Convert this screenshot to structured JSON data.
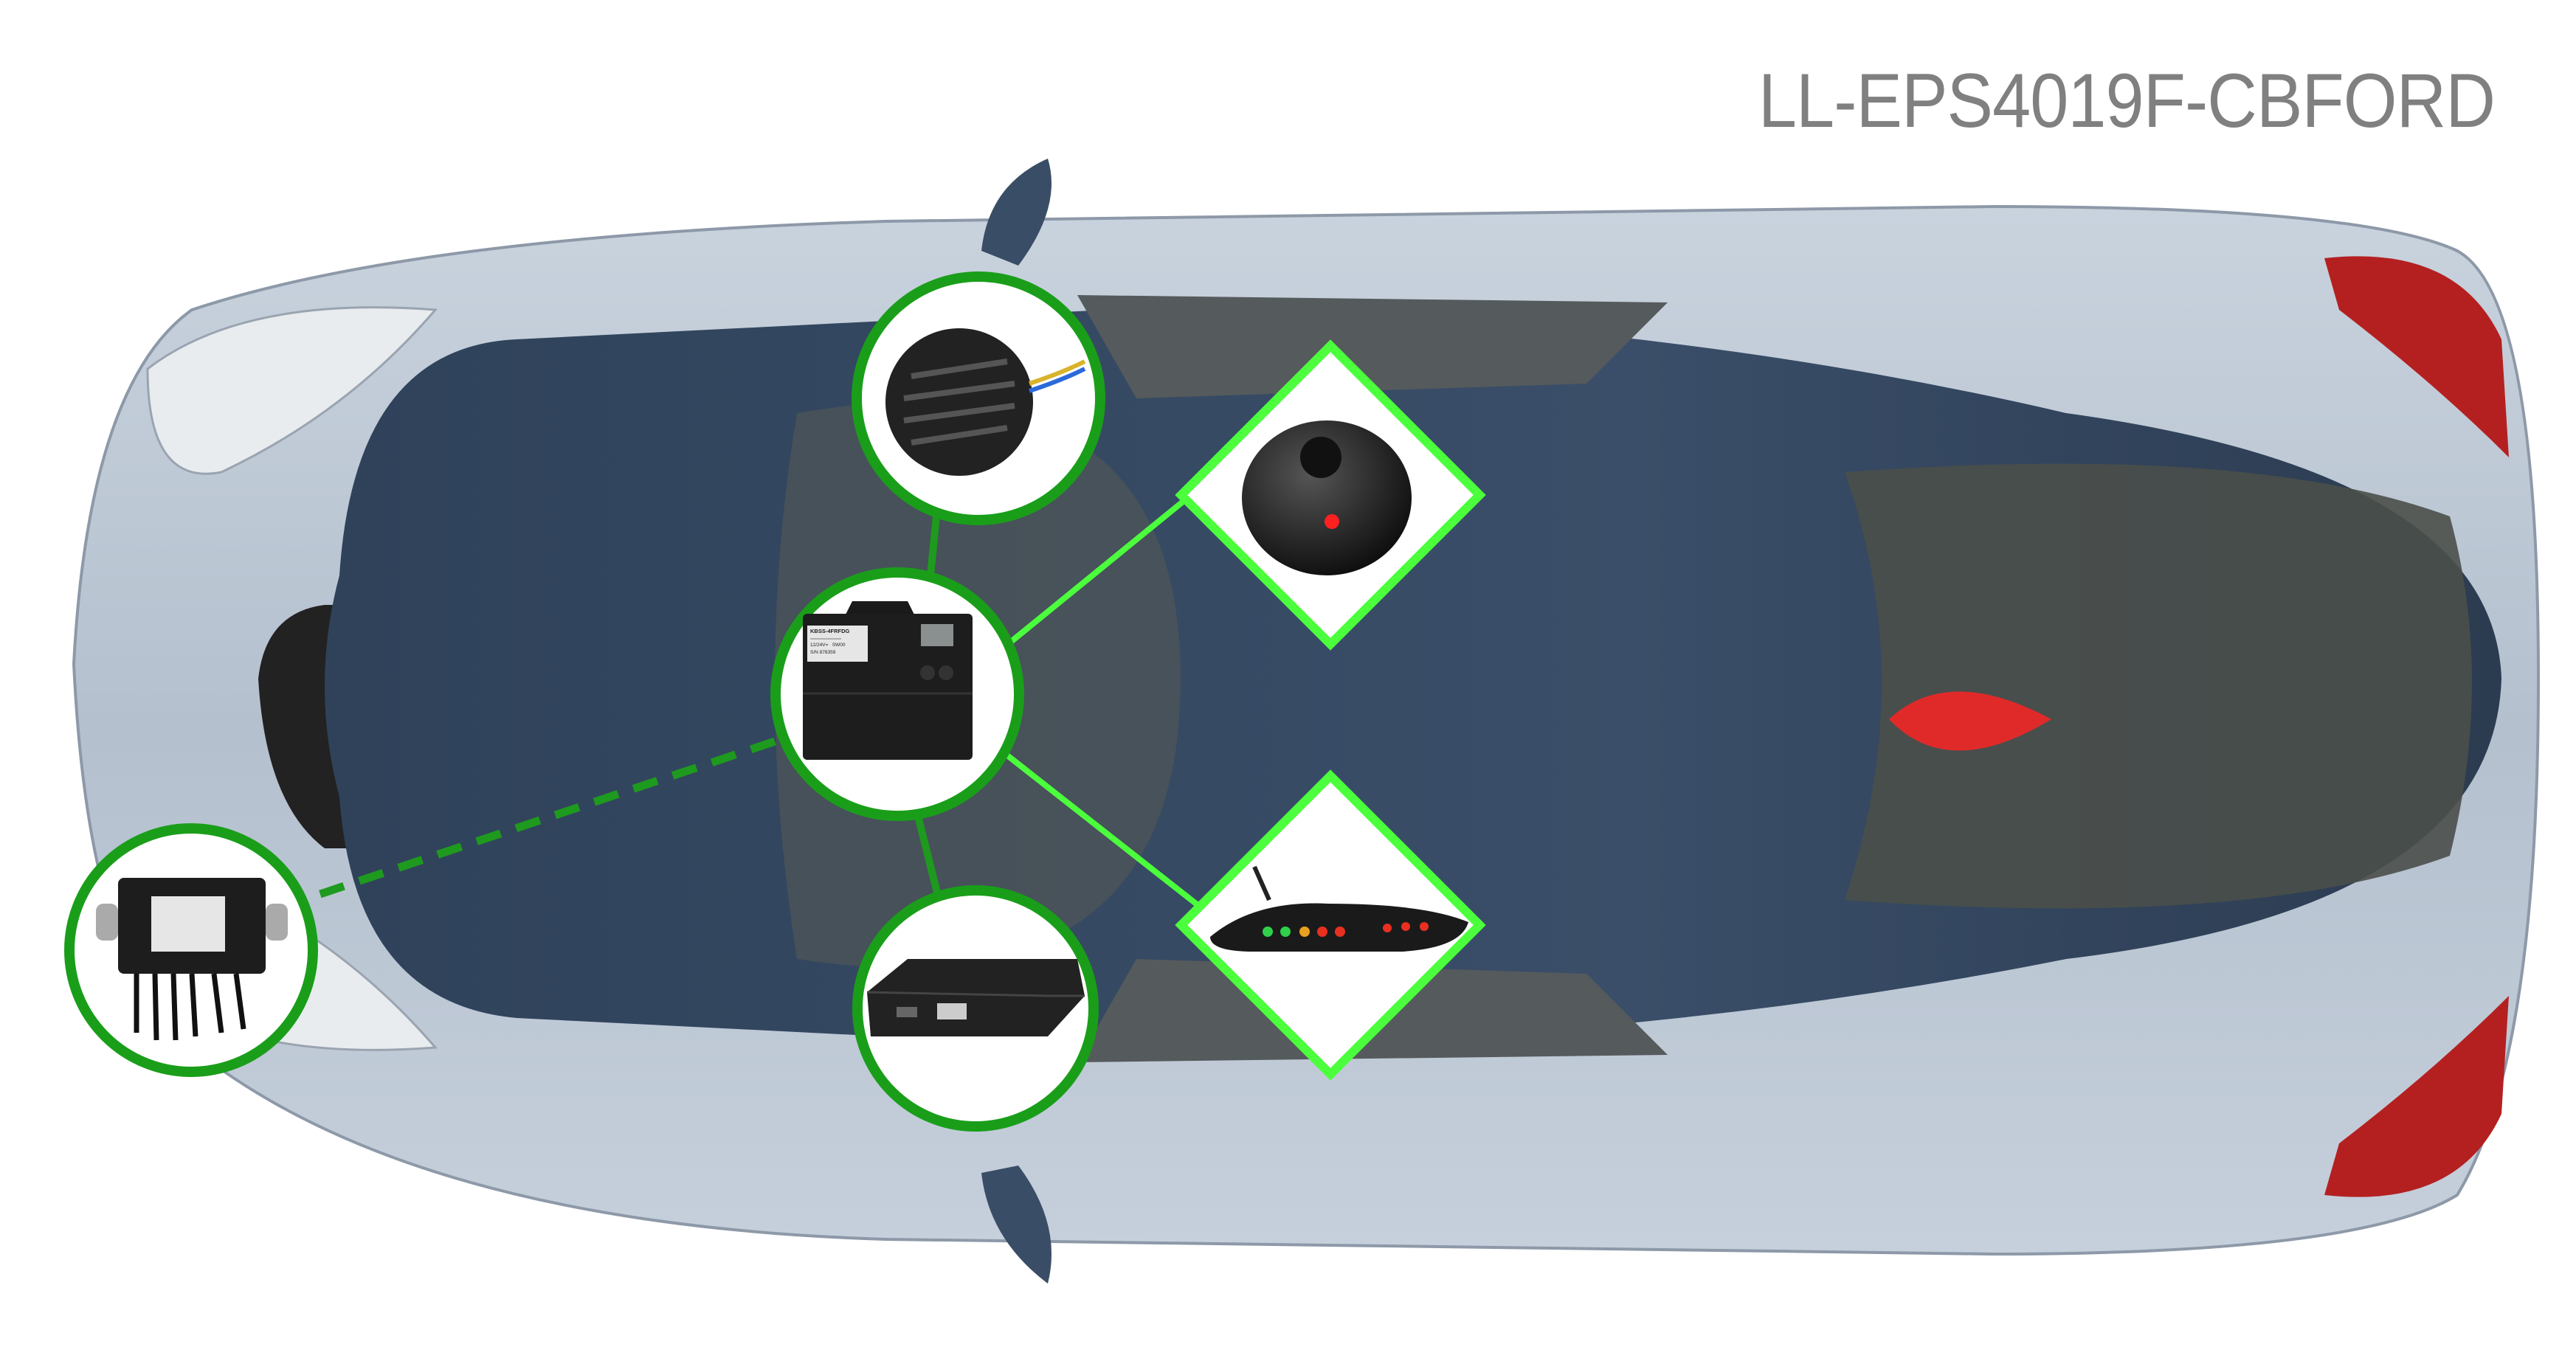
{
  "title": "LL-EPS4019F-CBFORD",
  "colors": {
    "accent_green": "#1a9e1a",
    "line_green": "#4cff3c",
    "car_body": "#b9c5d2",
    "car_cabin": "#34475f",
    "title_gray": "#808080",
    "tail_light": "#c22020"
  },
  "components": [
    {
      "name": "buzzer-speaker",
      "shape": "circle"
    },
    {
      "name": "control-unit",
      "shape": "circle",
      "label_lettering": [
        "KBSS-4FRFDG",
        "12/24V=   SW00",
        "S/N 878359"
      ]
    },
    {
      "name": "interface-box",
      "shape": "circle"
    },
    {
      "name": "front-module",
      "shape": "circle"
    },
    {
      "name": "push-button-led",
      "shape": "diamond"
    },
    {
      "name": "led-display",
      "shape": "diamond"
    }
  ]
}
